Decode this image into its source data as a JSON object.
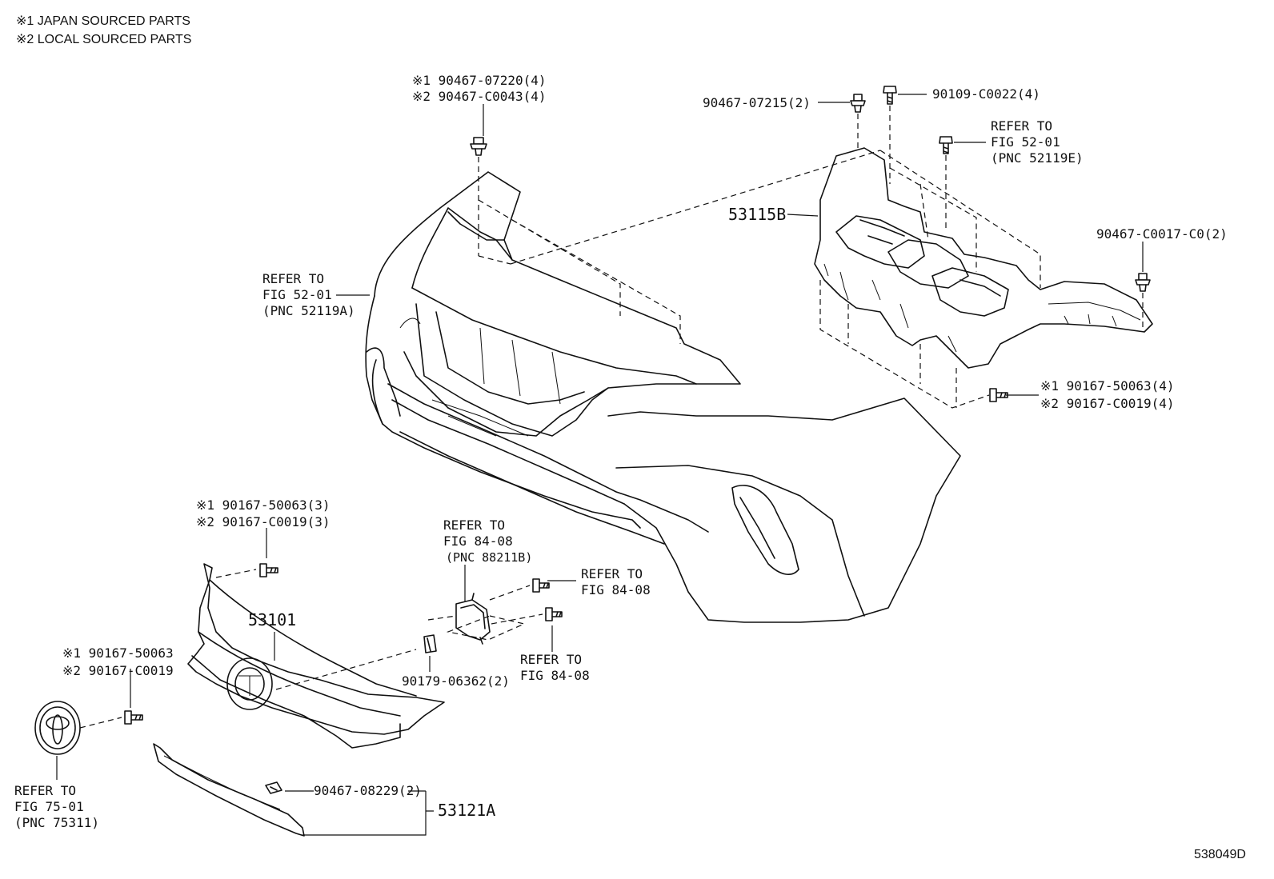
{
  "notes": {
    "line1": "※1 JAPAN SOURCED PARTS",
    "line2": "※2 LOCAL SOURCED PARTS"
  },
  "labels": {
    "c1_a": "※1 90467-07220(4)",
    "c1_b": "※2 90467-C0043(4)",
    "c2": "90467-07215(2)",
    "c3": "90109-C0022(4)",
    "ref_5201_e_1": "REFER TO",
    "ref_5201_e_2": "FIG 52-01",
    "ref_5201_e_3": "(PNC 52119E)",
    "p53115b": "53115B",
    "c4": "90467-C0017-C0(2)",
    "ref_5201_a_1": "REFER TO",
    "ref_5201_a_2": "FIG 52-01",
    "ref_5201_a_3": "(PNC 52119A)",
    "c5_a": "※1 90167-50063(4)",
    "c5_b": "※2 90167-C0019(4)",
    "c6_a": "※1 90167-50063(3)",
    "c6_b": "※2 90167-C0019(3)",
    "ref_8408_b_1": "REFER TO",
    "ref_8408_b_2": "FIG 84-08",
    "ref_8408_b_3": "(PNC 88211B)",
    "ref_8408_r_1": "REFER TO",
    "ref_8408_r_2": "FIG 84-08",
    "p53101": "53101",
    "c7_a": "※1 90167-50063",
    "c7_b": "※2 90167-C0019",
    "c8": "90179-06362(2)",
    "ref_8408_l_1": "REFER TO",
    "ref_8408_l_2": "FIG 84-08",
    "ref_7501_1": "REFER TO",
    "ref_7501_2": "FIG 75-01",
    "ref_7501_3": "(PNC 75311)",
    "c9": "90467-08229(2)",
    "p53121a": "53121A",
    "fig_id": "538049D"
  }
}
